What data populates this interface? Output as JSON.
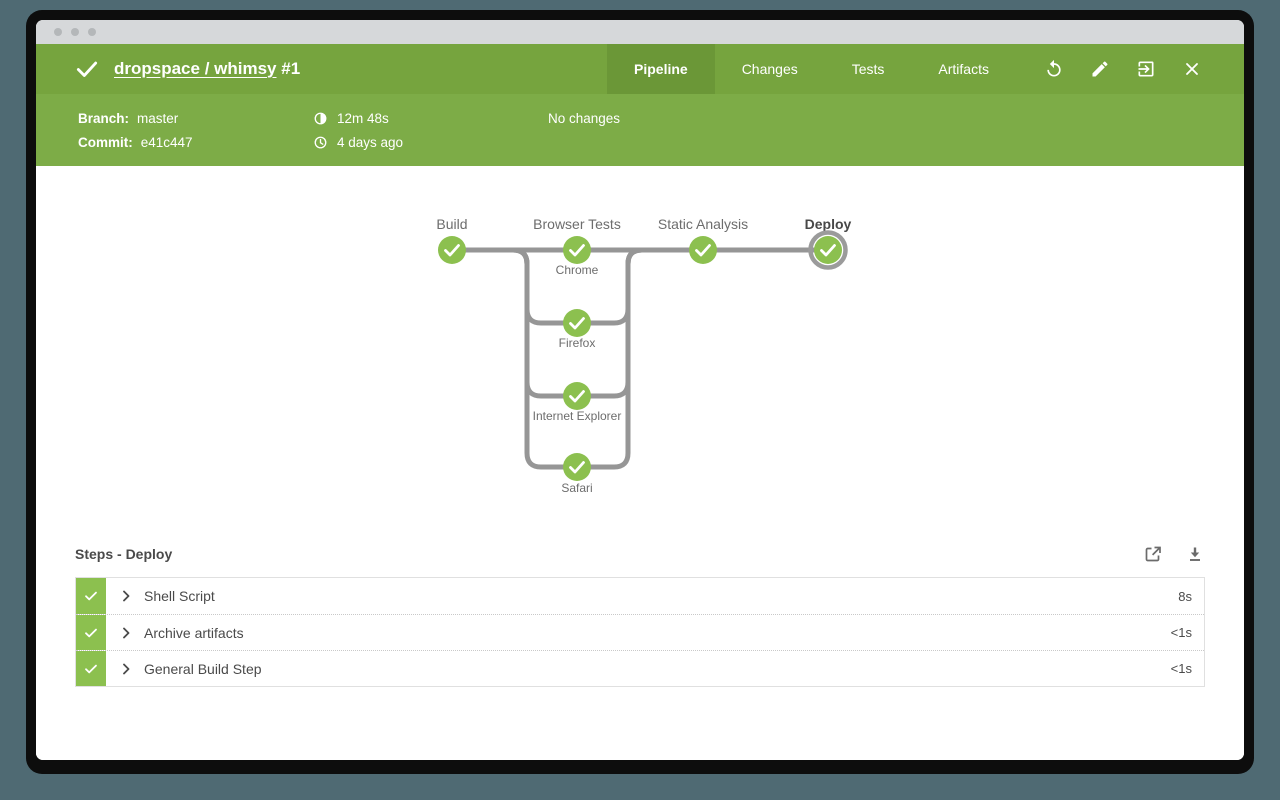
{
  "header": {
    "status": "success",
    "title_repo": "dropspace / whimsy",
    "title_run": "#1",
    "tabs": [
      {
        "label": "Pipeline",
        "active": true
      },
      {
        "label": "Changes",
        "active": false
      },
      {
        "label": "Tests",
        "active": false
      },
      {
        "label": "Artifacts",
        "active": false
      }
    ],
    "icons": [
      "rerun-icon",
      "edit-icon",
      "exit-to-classic-icon",
      "close-icon"
    ]
  },
  "info_bar": {
    "branch_label": "Branch:",
    "branch_value": "master",
    "commit_label": "Commit:",
    "commit_value": "e41c447",
    "duration": "12m 48s",
    "time_ago": "4 days ago",
    "changes": "No changes"
  },
  "pipeline": {
    "stages": [
      {
        "label": "Build",
        "status": "success"
      },
      {
        "label": "Browser Tests",
        "status": "success",
        "parallels": [
          "Chrome",
          "Firefox",
          "Internet Explorer",
          "Safari"
        ]
      },
      {
        "label": "Static Analysis",
        "status": "success"
      },
      {
        "label": "Deploy",
        "status": "success",
        "selected": true
      }
    ]
  },
  "steps": {
    "title": "Steps - Deploy",
    "icons": [
      "open-in-new-icon",
      "download-log-icon"
    ],
    "rows": [
      {
        "label": "Shell Script",
        "duration": "8s",
        "status": "success"
      },
      {
        "label": "Archive artifacts",
        "duration": "<1s",
        "status": "success"
      },
      {
        "label": "General Build Step",
        "duration": "<1s",
        "status": "success"
      }
    ]
  },
  "colors": {
    "header_green": "#76a43e",
    "active_tab_green": "#6b9737",
    "info_green": "#7dac47",
    "node_green": "#8cc04f",
    "edge_gray": "#969696",
    "bg_slate": "#4f6a73"
  }
}
